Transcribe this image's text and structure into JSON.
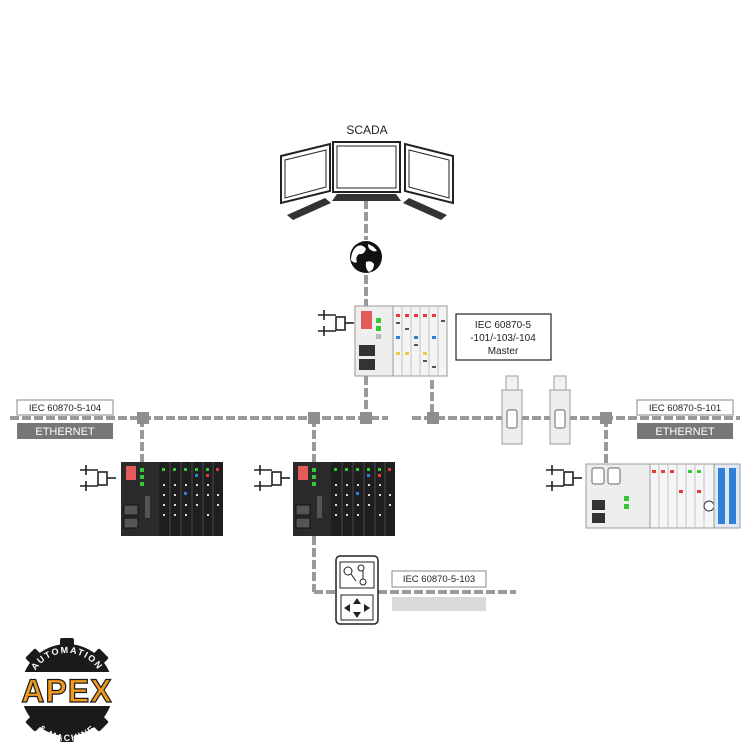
{
  "top_label": "SCADA",
  "master_box": {
    "line1": "IEC 60870-5",
    "line2": "-101/-103/-104",
    "line3": "Master"
  },
  "left_network": {
    "protocol": "IEC 60870-5-104",
    "medium": "ETHERNET"
  },
  "right_network": {
    "protocol": "IEC 60870-5-101",
    "medium": "ETHERNET"
  },
  "bottom_network": {
    "protocol": "IEC 60870-5-103"
  },
  "logo": {
    "brand": "APEX",
    "arc_top": "AUTOMATION",
    "arc_bottom": "& MACHINE",
    "colors": {
      "gear": "#1a1a1a",
      "brand_text": "#f29a1d"
    }
  },
  "colors": {
    "network_line": "#9a9a9a",
    "ethernet_bar": "#777777",
    "device_dark": "#2b2b2b",
    "device_light": "#ececec",
    "led_green": "#35c93a",
    "led_red": "#e53935",
    "led_blue": "#2f7fd6"
  }
}
